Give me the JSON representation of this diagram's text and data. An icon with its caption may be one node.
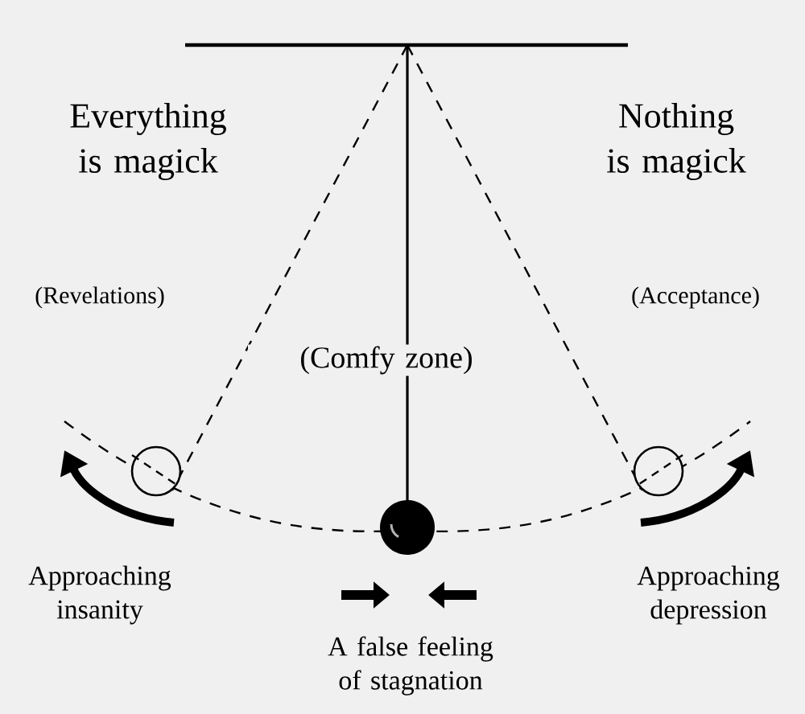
{
  "diagram": {
    "labels": [
      "Everything is magick",
      "Nothing is magick",
      "(Revelations)",
      "(Acceptance)",
      "(Comfy zone)",
      "Approaching insanity",
      "Approaching depression",
      "A false feeling of stagnation"
    ]
  }
}
